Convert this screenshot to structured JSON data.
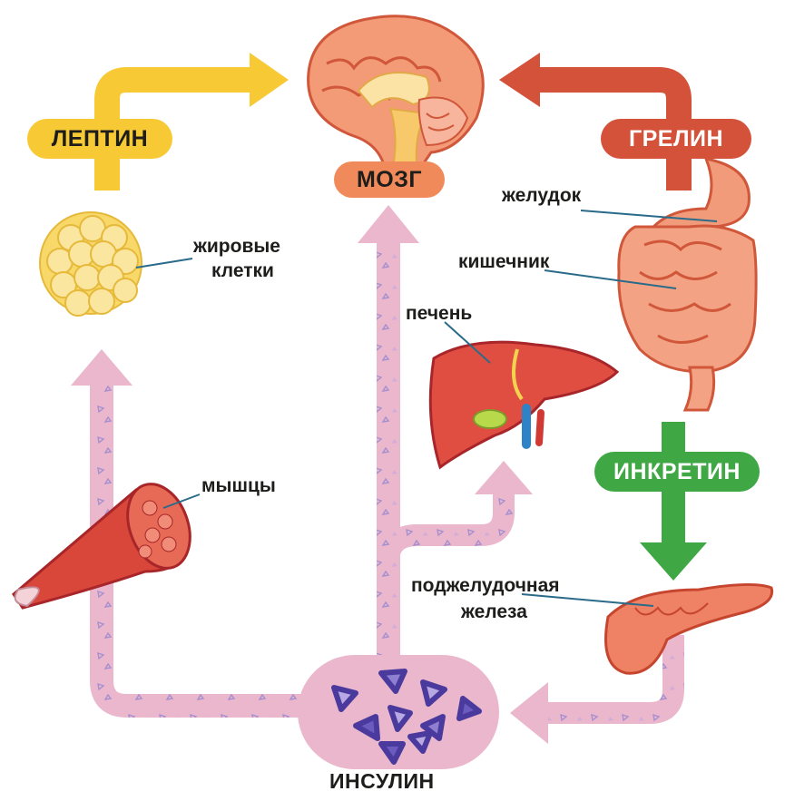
{
  "hormones": {
    "leptin": "ЛЕПТИН",
    "ghrelin": "ГРЕЛИН",
    "incretin": "ИНКРЕТИН",
    "insulin": "ИНСУЛИН"
  },
  "organs": {
    "brain": "МОЗГ",
    "fat_cells_line1": "жировые",
    "fat_cells_line2": "клетки",
    "stomach": "желудок",
    "intestine": "кишечник",
    "liver": "печень",
    "muscles": "мышцы",
    "pancreas_line1": "поджелудочная",
    "pancreas_line2": "железа"
  },
  "colors": {
    "leptin": "#f7c935",
    "ghrelin": "#d4513a",
    "incretin": "#3fa845",
    "brain_pill": "#f08a5a",
    "insulin_path": "#eab7cc",
    "insulin_molecule": "#5b4bb0"
  }
}
